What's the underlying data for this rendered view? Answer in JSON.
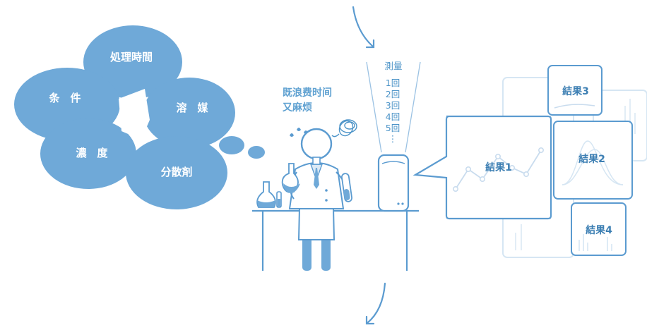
{
  "clouds": {
    "time": "処理時間",
    "conditions": "条　件",
    "solvent": "溶　媒",
    "concentration": "濃　度",
    "dispersant": "分散剤"
  },
  "thought": {
    "line1": "既浪费时间",
    "line2": "又麻烦"
  },
  "measurement": {
    "title": "測量",
    "counts": [
      "1回",
      "2回",
      "3回",
      "4回",
      "5回"
    ],
    "more": "⋮"
  },
  "results": {
    "r1": "結果1",
    "r2": "結果2",
    "r3": "結果3",
    "r4": "結果4"
  },
  "colors": {
    "cloud": "#6fa9d8",
    "line": "#5b9bd0",
    "text": "#3d7fb3"
  }
}
